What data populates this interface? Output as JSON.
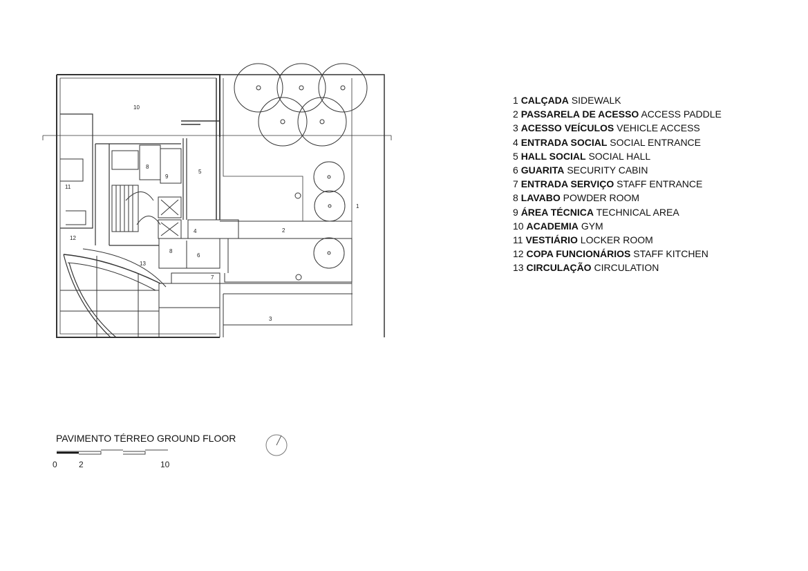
{
  "legend": [
    {
      "num": "1",
      "pt": "CALÇADA",
      "en": "SIDEWALK"
    },
    {
      "num": "2",
      "pt": "PASSARELA DE ACESSO",
      "en": "ACCESS PADDLE"
    },
    {
      "num": "3",
      "pt": "ACESSO VEÍCULOS",
      "en": "VEHICLE ACCESS"
    },
    {
      "num": "4",
      "pt": "ENTRADA SOCIAL",
      "en": "SOCIAL ENTRANCE"
    },
    {
      "num": "5",
      "pt": "HALL SOCIAL",
      "en": "SOCIAL HALL"
    },
    {
      "num": "6",
      "pt": "GUARITA",
      "en": "SECURITY CABIN"
    },
    {
      "num": "7",
      "pt": "ENTRADA SERVIÇO",
      "en": "STAFF ENTRANCE"
    },
    {
      "num": "8",
      "pt": "LAVABO",
      "en": "POWDER ROOM"
    },
    {
      "num": "9",
      "pt": "ÁREA TÉCNICA",
      "en": "TECHNICAL AREA"
    },
    {
      "num": "10",
      "pt": "ACADEMIA",
      "en": "GYM"
    },
    {
      "num": "11",
      "pt": "VESTIÁRIO",
      "en": "LOCKER ROOM"
    },
    {
      "num": "12",
      "pt": "COPA FUNCIONÁRIOS",
      "en": "STAFF KITCHEN"
    },
    {
      "num": "13",
      "pt": "CIRCULAÇÃO",
      "en": "CIRCULATION"
    }
  ],
  "plan": {
    "title_pt": "PAVIMENTO TÉRREO",
    "title_en": "GROUND FLOOR",
    "room_labels": [
      "10",
      "8",
      "9",
      "5",
      "11",
      "12",
      "4",
      "2",
      "1",
      "8",
      "6",
      "13",
      "7",
      "3"
    ]
  },
  "scale": {
    "labels": [
      "0",
      "2",
      "10"
    ]
  }
}
